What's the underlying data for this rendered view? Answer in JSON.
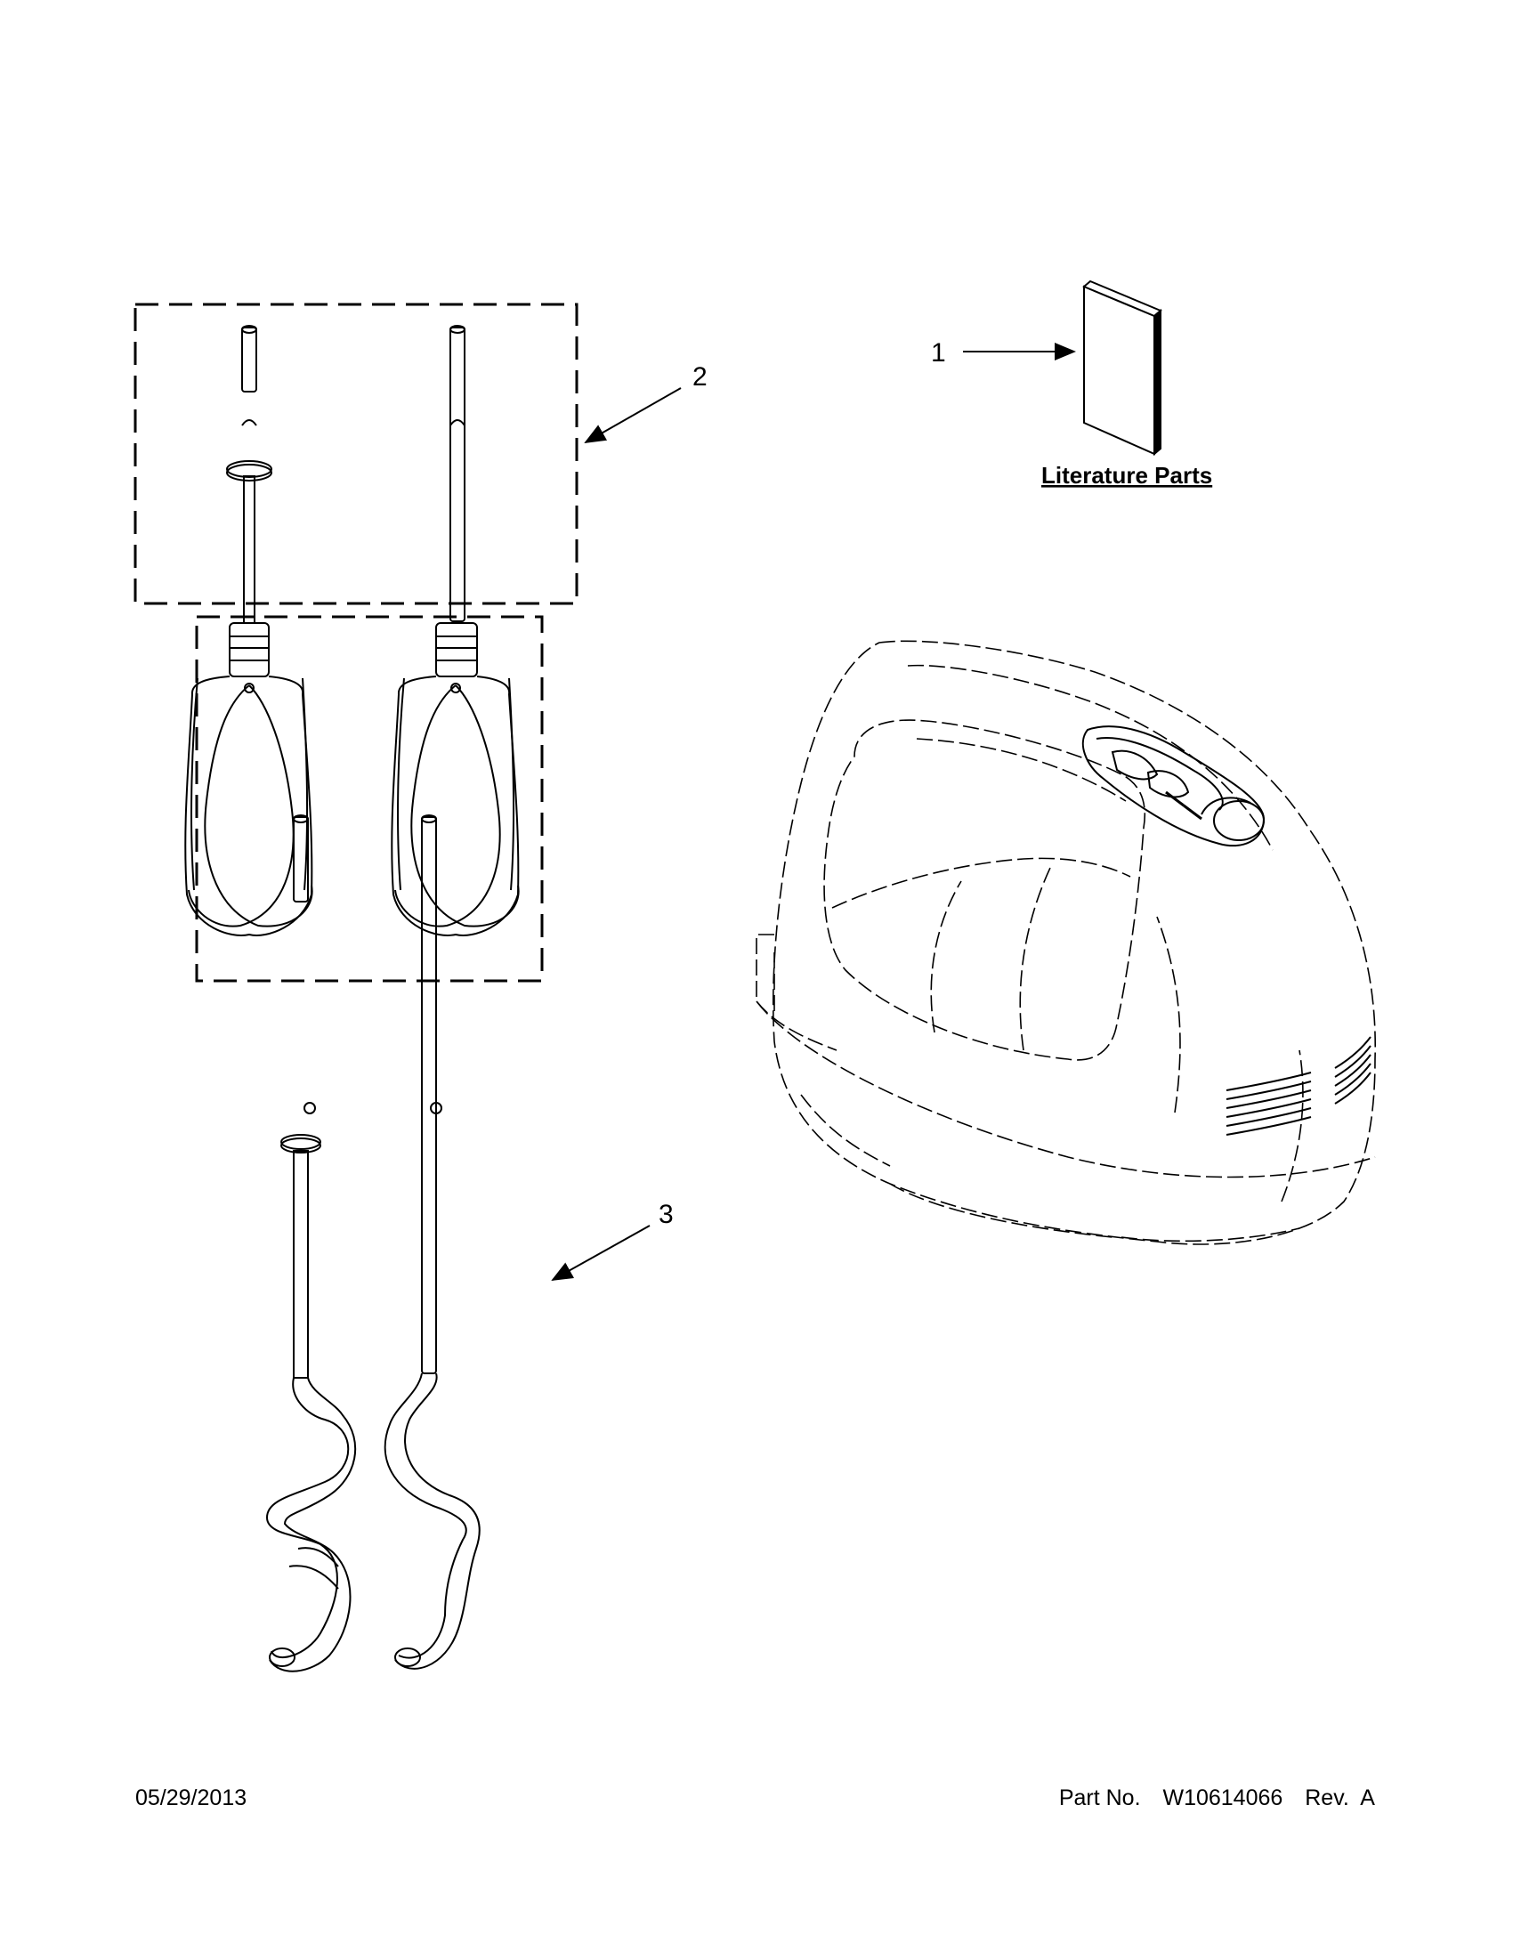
{
  "callouts": {
    "literature": "1",
    "beaters": "2",
    "dough_hooks": "3"
  },
  "labels": {
    "literature_parts": "Literature Parts"
  },
  "footer": {
    "date": "05/29/2013",
    "part_label": "Part No.",
    "part_number": "W10614066",
    "revision": "Rev.  A"
  }
}
